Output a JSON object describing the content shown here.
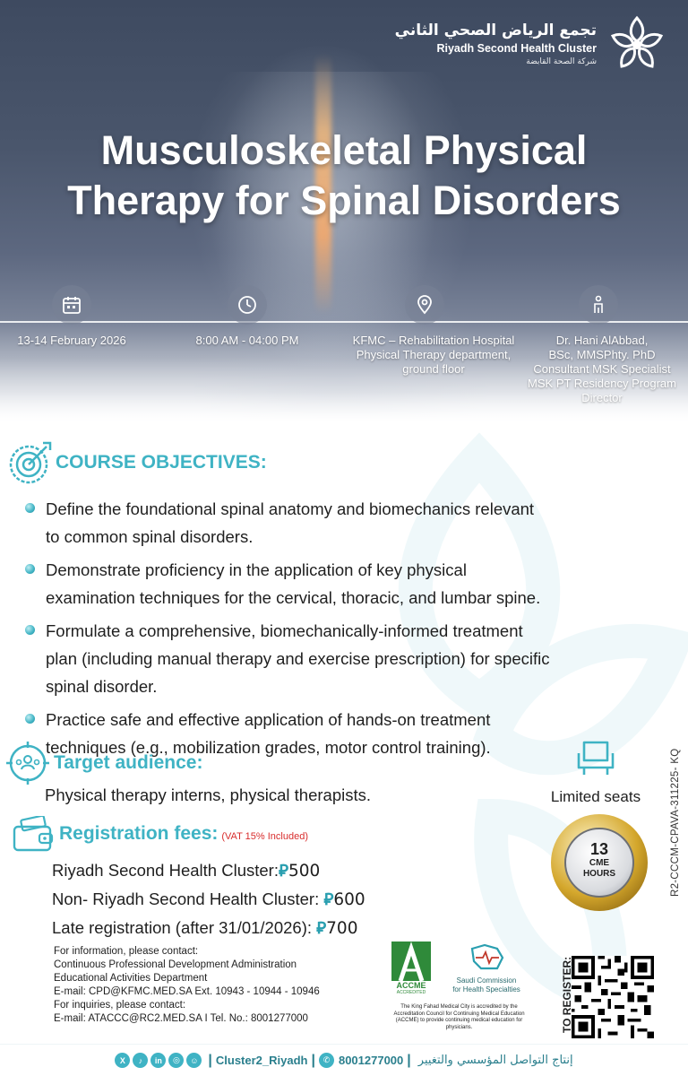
{
  "header": {
    "org_name_ar": "تجمع الرياض الصحي الثاني",
    "org_name_en": "Riyadh Second Health Cluster",
    "org_sub_ar": "شركة الصحة القابضة"
  },
  "title": {
    "line1": "Musculoskeletal Physical",
    "line2": "Therapy for Spinal Disorders"
  },
  "info": {
    "date": "13-14 February 2026",
    "time": "8:00 AM - 04:00 PM",
    "location": [
      "KFMC – Rehabilitation Hospital",
      "Physical Therapy department,",
      "ground floor"
    ],
    "speaker": [
      "Dr. Hani AlAbbad,",
      "BSc, MMSPhty. PhD",
      "Consultant MSK Specialist",
      "MSK PT Residency Program",
      "Director"
    ],
    "icons": [
      "calendar-icon",
      "clock-icon",
      "location-pin-icon",
      "person-icon"
    ]
  },
  "objectives": {
    "heading": "COURSE OBJECTIVES:",
    "items": [
      [
        "Define the foundational spinal anatomy and biomechanics relevant",
        "to common spinal disorders."
      ],
      [
        "Demonstrate proficiency in the application of key physical",
        "examination techniques for the cervical, thoracic, and lumbar spine."
      ],
      [
        "Formulate a comprehensive, biomechanically-informed treatment",
        "plan (including manual therapy and exercise prescription) for specific",
        "spinal disorder."
      ],
      [
        "Practice safe and effective application of hands-on treatment",
        "techniques (e.g., mobilization grades, motor control training)."
      ]
    ]
  },
  "audience": {
    "heading": "Target audience:",
    "text": "Physical therapy interns, physical therapists."
  },
  "seats": {
    "label": "Limited seats"
  },
  "fees": {
    "heading": "Registration fees:",
    "vat_note": "(VAT 15% Included)",
    "rows": [
      {
        "label": "Riyadh Second Health Cluster:",
        "symbol": "⃁",
        "amount": "500"
      },
      {
        "label": "Non- Riyadh Second Health Cluster: ",
        "symbol": "⃁",
        "amount": "600"
      },
      {
        "label": "Late registration (after 31/01/2026): ",
        "symbol": "⃁",
        "amount": "700"
      }
    ]
  },
  "cme": {
    "number": "13",
    "line1": "CME",
    "line2": "HOURS"
  },
  "code": "R2-CCCM-CPAVA-311225- KQ",
  "contact": {
    "lines": [
      "For information, please contact:",
      "Continuous Professional Development Administration",
      "Educational Activities Department",
      "E-mail:  CPD@KFMC.MED.SA  Ext. 10943 - 10944 - 10946",
      "For inquiries, please contact:",
      "E-mail:  ATACCC@RC2.MED.SA  I  Tel. No.:  8001277000"
    ]
  },
  "accme": {
    "word": "ACCME",
    "sub": "ACCREDITED"
  },
  "scfhs": {
    "line1": "Saudi Commission",
    "line2": "for Health Specialties"
  },
  "accme_note": "The King Fahad Medical City is accredited by the Accreditation Council for Continuing Medical Education (ACCME) to provide continuing medical education for physicians.",
  "register_label": "TO REGISTER:",
  "footer": {
    "social": [
      "X",
      "♪",
      "in",
      "◎",
      "☺"
    ],
    "handle": "Cluster2_Riyadh",
    "phone": "8001277000",
    "slogan_ar": "إنتاج التواصل المؤسسي والتغيير"
  },
  "colors": {
    "accent": "#3fb3c4",
    "vat_red": "#d82d2d",
    "accme_green": "#2f8a3a"
  }
}
